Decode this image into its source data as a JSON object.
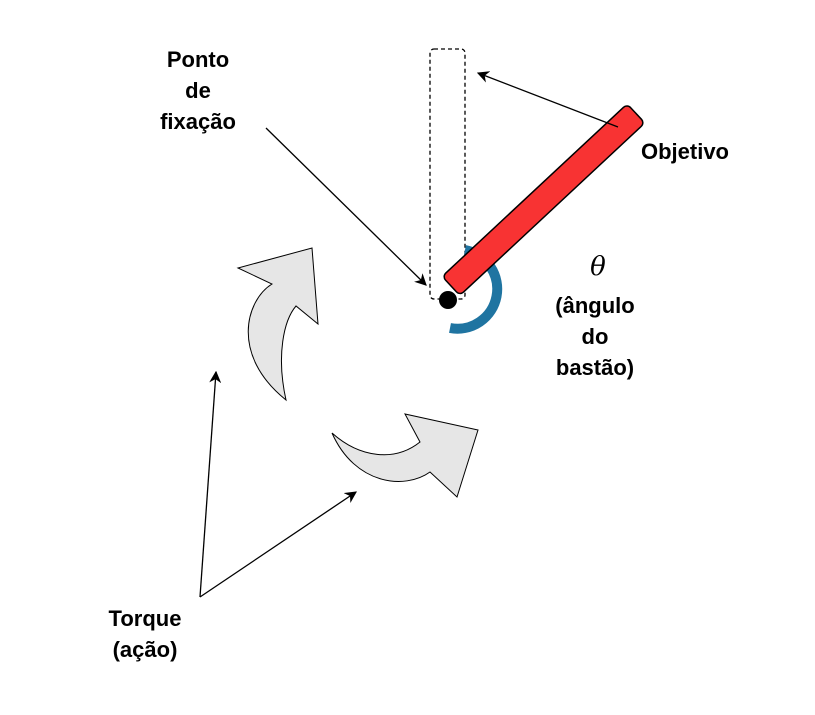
{
  "labels": {
    "pivot": [
      "Ponto",
      "de",
      "fixação"
    ],
    "goal": "Objetivo",
    "theta_symbol": "θ",
    "angle": [
      "(ângulo",
      "do",
      "bastão)"
    ],
    "torque": [
      "Torque",
      "(ação)"
    ]
  },
  "colors": {
    "pole": "#f83333",
    "angle_arc": "#1f74a1",
    "torque_arrow_fill": "#e6e6e6",
    "outline": "#000000"
  }
}
